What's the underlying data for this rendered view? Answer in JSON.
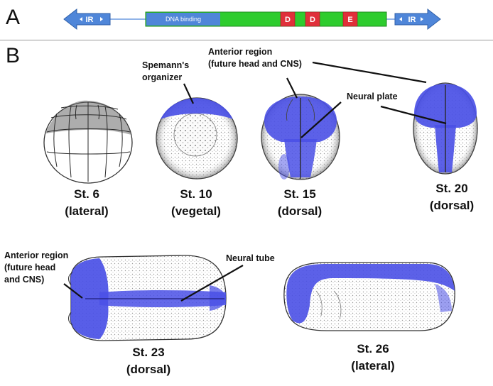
{
  "panel_labels": {
    "a": "A",
    "b": "B"
  },
  "gene_map": {
    "ir_left": "IR",
    "ir_right": "IR",
    "domain": "DNA binding",
    "motif_1": "D",
    "motif_2": "D",
    "motif_3": "E",
    "colors": {
      "ir": "#4f86d9",
      "body": "#2ecc2e",
      "domain": "#4f86d9",
      "motif": "#e0303a"
    }
  },
  "annotations": {
    "spemann": "Spemann's\norganizer",
    "anterior_top": "Anterior region\n(future head and CNS)",
    "neural_plate": "Neural plate",
    "anterior_bottom": "Anterior region\n(future head\nand CNS)",
    "neural_tube": "Neural tube"
  },
  "stages": [
    {
      "label": "St. 6",
      "view": "(lateral)"
    },
    {
      "label": "St. 10",
      "view": "(vegetal)"
    },
    {
      "label": "St. 15",
      "view": "(dorsal)"
    },
    {
      "label": "St. 20",
      "view": "(dorsal)"
    },
    {
      "label": "St. 23",
      "view": "(dorsal)"
    },
    {
      "label": "St. 26",
      "view": "(lateral)"
    }
  ],
  "stain_color": "#4a50e6"
}
